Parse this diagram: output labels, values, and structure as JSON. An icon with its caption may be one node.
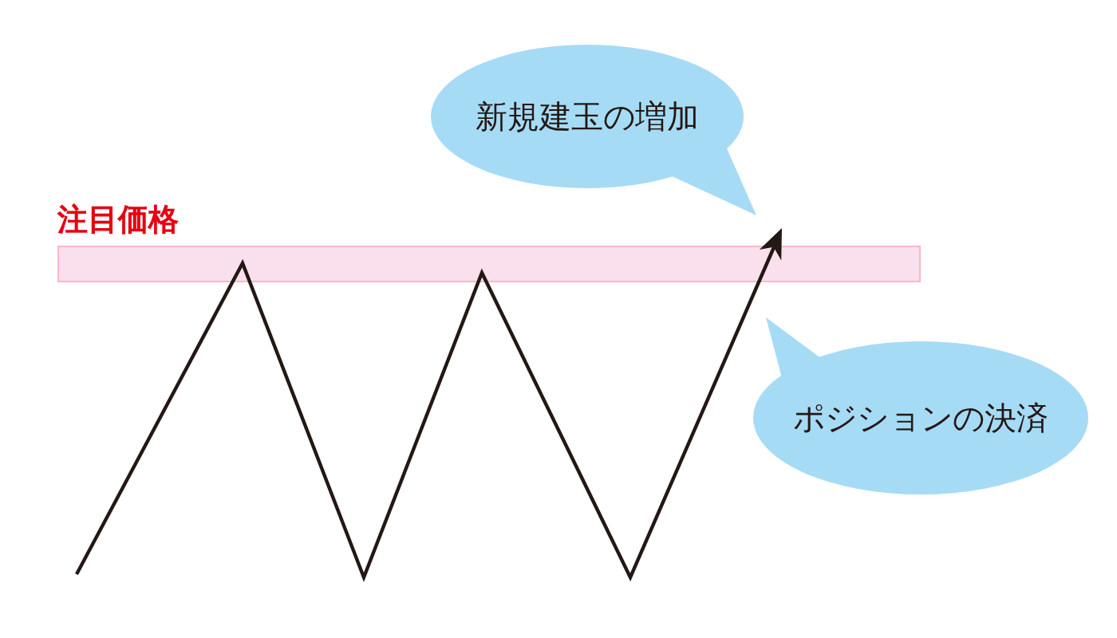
{
  "diagram": {
    "nodes": [
      {
        "text": [
          "注目価格"
        ]
      },
      {
        "text": [
          "新規建玉の増加"
        ]
      },
      {
        "text": [
          "ポジションの決済"
        ]
      }
    ]
  }
}
